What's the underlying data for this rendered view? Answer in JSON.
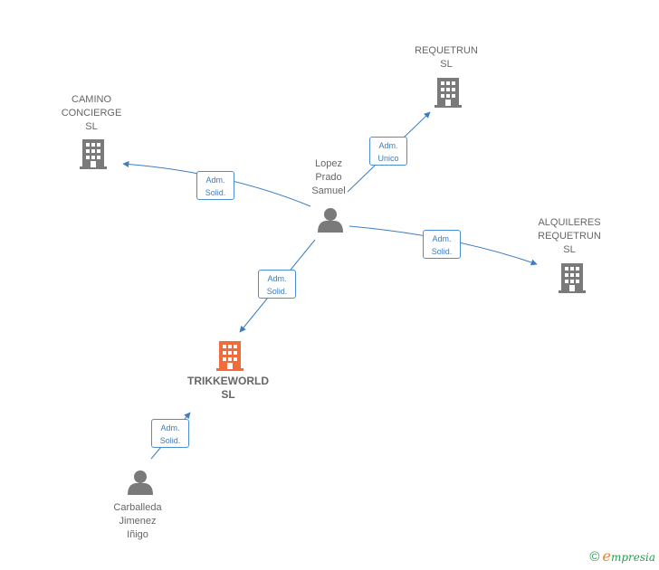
{
  "colors": {
    "edge": "#3b7dc4",
    "building": "#7a7a7a",
    "building_main": "#f26b3a",
    "person": "#7a7a7a",
    "label": "#666666"
  },
  "nodes": {
    "requetrun": {
      "lines": [
        "REQUETRUN",
        "SL"
      ],
      "icon": "building-icon"
    },
    "camino": {
      "lines": [
        "CAMINO",
        "CONCIERGE",
        "SL"
      ],
      "icon": "building-icon"
    },
    "lopez": {
      "lines": [
        "Lopez",
        "Prado",
        "Samuel"
      ],
      "icon": "person-icon"
    },
    "alquileres": {
      "lines": [
        "ALQUILERES",
        "REQUETRUN",
        "SL"
      ],
      "icon": "building-icon"
    },
    "trikkeworld": {
      "lines": [
        "TRIKKEWORLD",
        "SL"
      ],
      "icon": "building-icon"
    },
    "carballeda": {
      "lines": [
        "Carballeda",
        "Jimenez",
        "Iñigo"
      ],
      "icon": "person-icon"
    }
  },
  "edges": {
    "to_requetrun": {
      "lines": [
        "Adm.",
        "Unico"
      ]
    },
    "to_camino": {
      "lines": [
        "Adm.",
        "Solid."
      ]
    },
    "to_alquileres": {
      "lines": [
        "Adm.",
        "Solid."
      ]
    },
    "to_trikkeworld": {
      "lines": [
        "Adm.",
        "Solid."
      ]
    },
    "carballeda_to_trikkeworld": {
      "lines": [
        "Adm.",
        "Solid."
      ]
    }
  },
  "footer": {
    "copyright": "©",
    "brand_initial": "e",
    "brand_rest": "mpresia"
  }
}
